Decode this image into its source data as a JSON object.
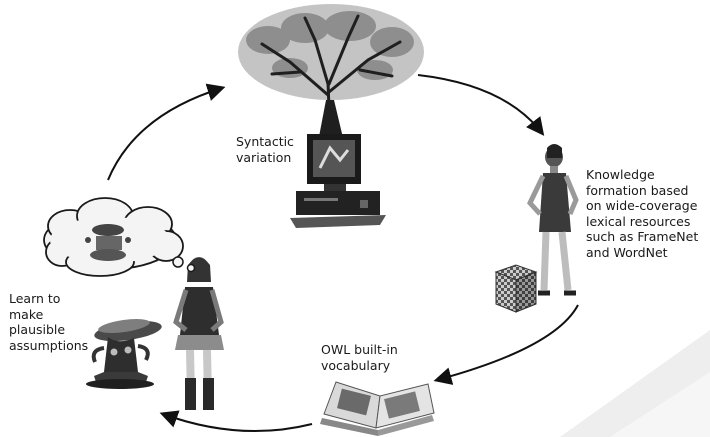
{
  "labels": {
    "syntactic": [
      "Syntactic",
      "variation"
    ],
    "knowledge": [
      "Knowledge",
      "formation based",
      "on wide-coverage",
      "lexical resources",
      "such as FrameNet",
      "and WordNet"
    ],
    "owl": [
      "OWL built-in",
      "vocabulary"
    ],
    "learn": [
      "Learn to",
      "make",
      "plausible",
      "assumptions"
    ]
  },
  "icons": {
    "tree": "tree-icon",
    "computer": "computer-icon",
    "woman_knowledge": "woman-figure-icon",
    "cube": "cube-icon",
    "book": "open-book-icon",
    "girl": "girl-figure-icon",
    "thought_cloud": "thought-cloud-icon",
    "creature": "creature-icon"
  },
  "colors": {
    "arrow": "#111111",
    "figure_dark": "#333333",
    "figure_mid": "#777777",
    "figure_light": "#bbbbbb"
  }
}
